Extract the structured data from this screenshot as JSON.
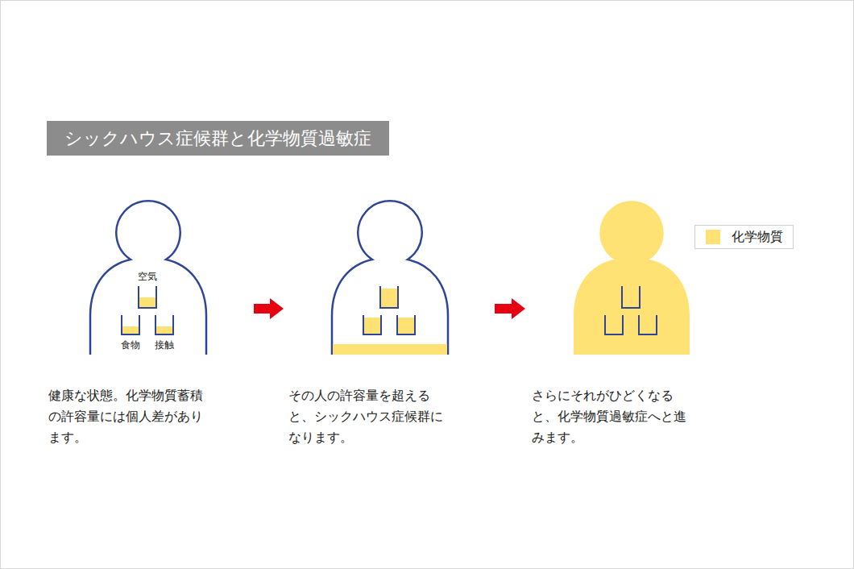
{
  "diagram": {
    "title": "シックハウス症候群と化学物質過敏症",
    "nodes": [
      {
        "text": [
          "健康な状態。化学物質蓄積 の許容量には個人差があり ます。"
        ]
      },
      {
        "text": [
          "その人の許容量を超える と、シックハウス症候群に なります。"
        ]
      },
      {
        "text": [
          "さらにそれがひどくなる と、化学物質過敏症へと進 みます。"
        ]
      }
    ],
    "edges": [
      {
        "from": 0,
        "to": 1,
        "arrow": "to"
      },
      {
        "from": 1,
        "to": 2,
        "arrow": "to"
      }
    ],
    "labels": [
      "空気",
      "食物",
      "接触"
    ],
    "legend": [
      {
        "text": "化学物質",
        "color": "#ffe273"
      }
    ]
  }
}
